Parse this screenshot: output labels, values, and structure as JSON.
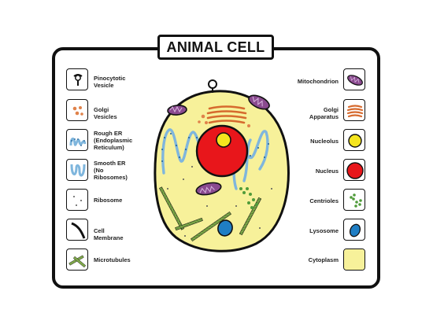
{
  "title": "ANIMAL CELL",
  "left_items": [
    {
      "label": "Pinocytotic\nVesicle",
      "icon": "pinocytotic-vesicle-icon"
    },
    {
      "label": "Golgi\nVesicles",
      "icon": "golgi-vesicles-icon"
    },
    {
      "label": "Rough ER\n(Endoplasmic\nReticulum)",
      "icon": "rough-er-icon"
    },
    {
      "label": "Smooth ER\n(No\nRibosomes)",
      "icon": "smooth-er-icon"
    },
    {
      "label": "Ribosome",
      "icon": "ribosome-icon"
    },
    {
      "label": "Cell Membrane",
      "icon": "cell-membrane-icon"
    },
    {
      "label": "Microtubules",
      "icon": "microtubules-icon"
    }
  ],
  "right_items": [
    {
      "label": "Mitochondrion",
      "icon": "mitochondrion-icon"
    },
    {
      "label": "Golgi\nApparatus",
      "icon": "golgi-apparatus-icon"
    },
    {
      "label": "Nucleolus",
      "icon": "nucleolus-icon"
    },
    {
      "label": "Nucleus",
      "icon": "nucleus-icon"
    },
    {
      "label": "Centrioles",
      "icon": "centrioles-icon"
    },
    {
      "label": "Lysosome",
      "icon": "lysosome-icon"
    },
    {
      "label": "Cytoplasm",
      "icon": "cytoplasm-icon"
    }
  ],
  "colors": {
    "cytoplasm": "#f7f19a",
    "nucleus": "#e8161b",
    "nucleolus": "#f5e51e",
    "mitochondrion": "#8a4a8f",
    "golgi": "#e0824a",
    "er": "#7fb6dd",
    "lysosome": "#1f7ec4",
    "microtubules": "#7fa84a",
    "centrioles": "#4f9b3a",
    "outline": "#111111"
  }
}
